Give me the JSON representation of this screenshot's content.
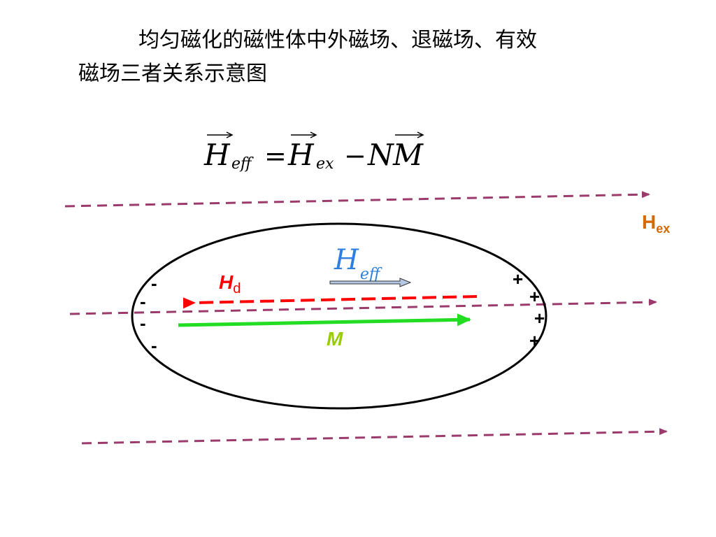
{
  "title": {
    "line1": "均匀磁化的磁性体中外磁场、退磁场、有效",
    "line2": "磁场三者关系示意图"
  },
  "formula": {
    "h": "H",
    "eff": "eff",
    "equals": "=",
    "ex": "ex",
    "minus": "−",
    "n": "N",
    "m": "M"
  },
  "labels": {
    "hex_main": "H",
    "hex_sub": "ex",
    "heff_main": "H",
    "heff_sub": "eff",
    "hd_main": "H",
    "hd_sub": "d",
    "m": "M"
  },
  "charges": {
    "minus": "-",
    "plus": "+"
  },
  "colors": {
    "external_field": "#9b3b6b",
    "demag_field": "#ff0000",
    "magnetization": "#22dd22",
    "effective_field": "#2f7fdf",
    "hex_label": "#d46a00",
    "m_label": "#99cc00",
    "arrow_fill": "#b4c8e4",
    "arrow_stroke": "#333333"
  }
}
